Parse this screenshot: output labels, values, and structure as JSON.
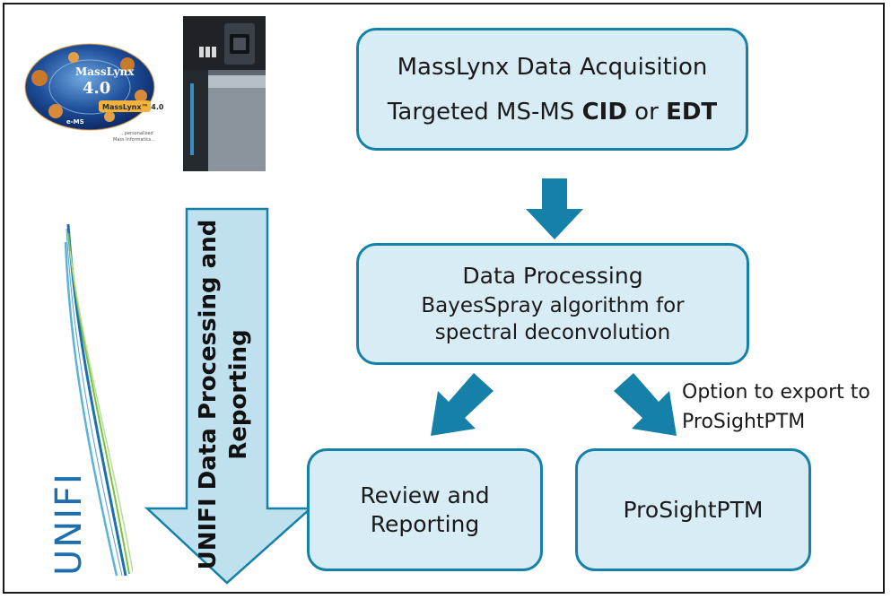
{
  "acquisition": {
    "line1": "MassLynx Data Acquisition",
    "line2_prefix": "Targeted MS-MS ",
    "line2_cid": "CID",
    "line2_or": " or ",
    "line2_edt": "EDT"
  },
  "processing": {
    "title": "Data Processing",
    "line2": "BayesSpray algorithm for",
    "line3": "spectral deconvolution"
  },
  "review": {
    "line1": "Review and",
    "line2": "Reporting"
  },
  "prosight": {
    "label": "ProSightPTM"
  },
  "export_note": {
    "line1": "Option to export",
    "line2": "to ProSightPTM"
  },
  "side_arrow": {
    "line1": "UNIFI Data Processing",
    "line2": "and Reporting"
  },
  "logos": {
    "masslynx_word": "MassLynx",
    "masslynx_version": "4.0",
    "masslynx_badge": "MassLynx™ 4.0",
    "ems": "e-MS",
    "tagline1": "...personalized",
    "tagline2": "Mass Informatics...",
    "unifi": "UNIFI"
  },
  "colors": {
    "accent": "#1581a8",
    "box_fill": "#d8ecf5",
    "side_arrow_fill": "#bfe0ef"
  }
}
